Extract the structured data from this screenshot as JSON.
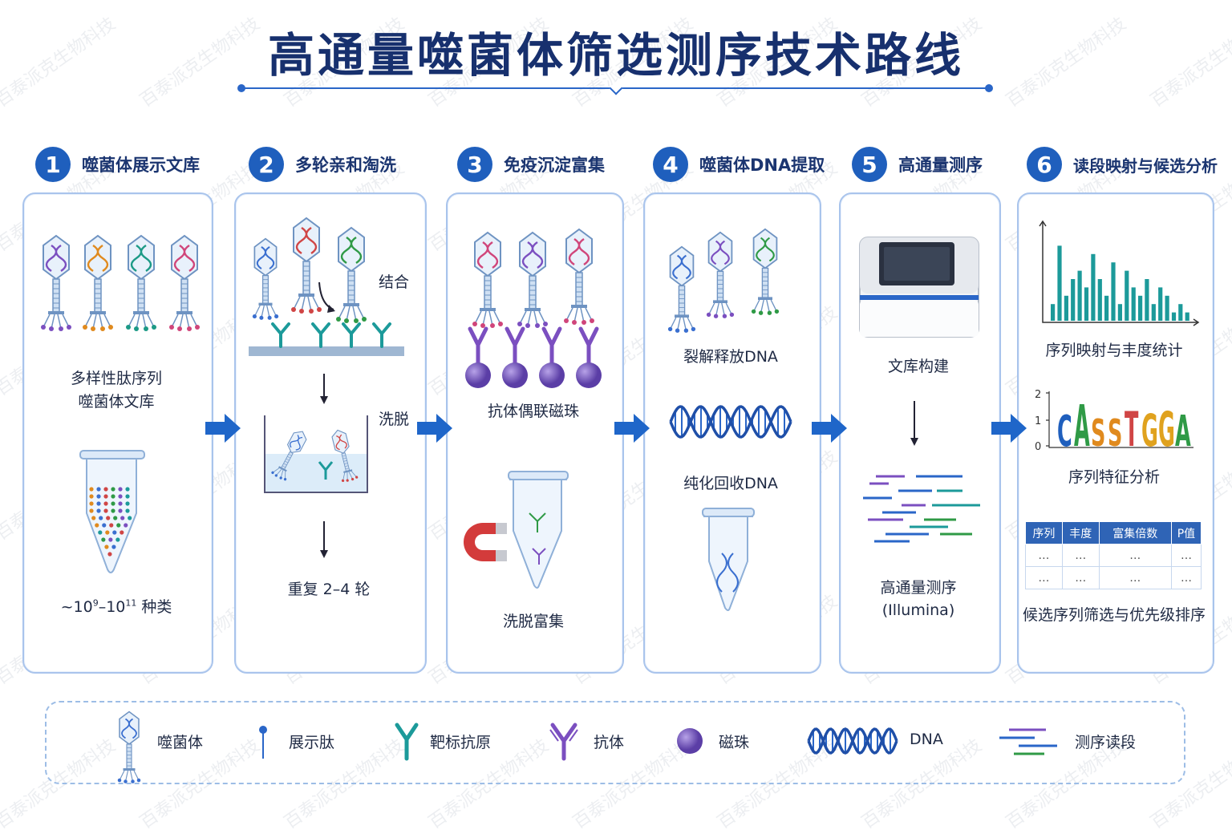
{
  "title": "高通量噬菌体筛选测序技术路线",
  "watermark": "百泰派克生物科技",
  "colors": {
    "primary": "#1f5fbd",
    "title": "#17306e",
    "panel_border": "#a9c4ec",
    "teal": "#1c9a9a",
    "bead": "#7a5cc0"
  },
  "steps": [
    {
      "num": "1",
      "title": "噬菌体展示文库",
      "label_line1": "多样性肽序列",
      "label_line2": "噬菌体文库",
      "count_prefix": "~10",
      "count_exp1": "9",
      "count_mid": "–10",
      "count_exp2": "11",
      "count_suffix": " 种类"
    },
    {
      "num": "2",
      "title": "多轮亲和淘洗",
      "bind": "结合",
      "elute": "洗脱",
      "repeat": "重复 2–4 轮"
    },
    {
      "num": "3",
      "title": "免疫沉淀富集",
      "beads": "抗体偶联磁珠",
      "enrich": "洗脱富集"
    },
    {
      "num": "4",
      "title": "噬菌体DNA提取",
      "lyse": "裂解释放DNA",
      "purify": "纯化回收DNA"
    },
    {
      "num": "5",
      "title": "高通量测序",
      "library": "文库构建",
      "seq_line1": "高通量测序",
      "seq_line2": "(Illumina)"
    },
    {
      "num": "6",
      "title": "读段映射与候选分析",
      "mapping": "序列映射与丰度统计",
      "motif": "序列特征分析",
      "motif_seq": "CASSTGGA",
      "motif_ticks": [
        "2",
        "1",
        "0"
      ],
      "ranking": "候选序列筛选与优先级排序"
    }
  ],
  "table": {
    "headers": [
      "序列",
      "丰度",
      "富集倍数",
      "P值"
    ],
    "rows": [
      [
        "…",
        "…",
        "…",
        "…"
      ],
      [
        "…",
        "…",
        "…",
        "…"
      ]
    ]
  },
  "chart_data": {
    "type": "bar",
    "values": [
      2,
      9,
      3,
      5,
      6,
      4,
      8,
      5,
      3,
      7,
      2,
      6,
      4,
      3,
      5,
      2,
      4,
      3,
      1,
      2,
      1
    ],
    "ylim": [
      0,
      10
    ]
  },
  "legend": [
    {
      "icon": "phage-icon",
      "label": "噬菌体"
    },
    {
      "icon": "peptide-icon",
      "label": "展示肽"
    },
    {
      "icon": "antigen-icon",
      "label": "靶标抗原"
    },
    {
      "icon": "antibody-icon",
      "label": "抗体"
    },
    {
      "icon": "bead-icon",
      "label": "磁珠"
    },
    {
      "icon": "dna-icon",
      "label": "DNA"
    },
    {
      "icon": "reads-icon",
      "label": "测序读段"
    }
  ]
}
